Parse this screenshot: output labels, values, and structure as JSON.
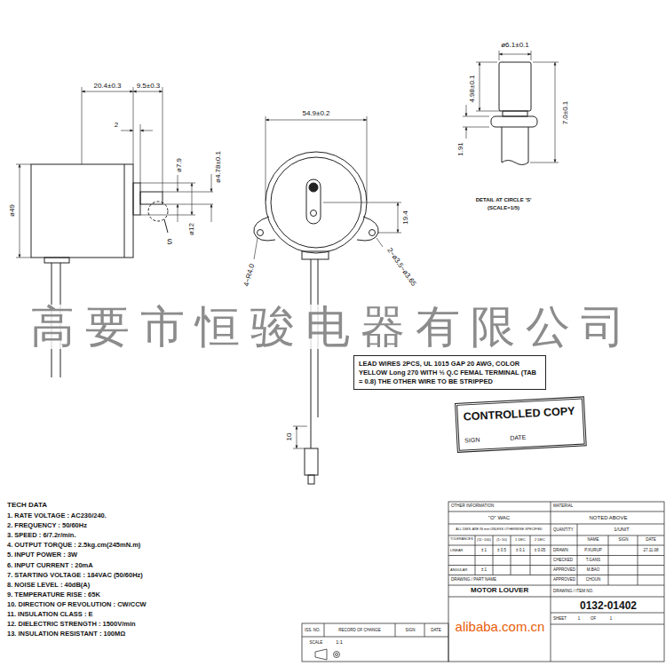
{
  "diagram": {
    "nodes": [
      {
        "text": [
          "LEAD WIRES 2PCS, UL 1015 GAP 20 AWG, COLOR YELLOW Long 270 WITH ½ Q.C FEMAL TERMINAL (TAB = 0.8) THE OTHER WIRE TO BE STRIPPED"
        ]
      },
      {
        "text": [
          "CONTROLLED COPY",
          "SIGN",
          "DATE"
        ]
      }
    ],
    "labels": [
      "20.4±0.3",
      "9.5±0.3",
      "2",
      "ø7.9",
      "ø12",
      "ø4.78±0.1",
      "ø49",
      "S",
      "54.9±0.2",
      "19.4",
      "4−R4.0",
      "2−ø3.5~ø3.65",
      "ø6.1±0.1",
      "4.98±0.1",
      "1.91",
      "7.0±0.1",
      "DETAIL AT CIRCLE 'S'",
      "(SCALE=1/5)",
      "10",
      "高要市恒骏电器有限公司",
      "alibaba.com.cn",
      "TECH DATA",
      "1. RATE VOLTAGE : AC230/240.",
      "2. FREQUENCY : 50/60Hz",
      "3. SPEED : 6/7.2r/min.",
      "4. OUTPUT TORQUE : 2.5kg.cm(245mN.m)",
      "5. INPUT POWER : 3W",
      "6. INPUT CURRENT : 20mA",
      "7. STARTING VOLTAGE : 184VAC (50/60Hz)",
      "8. NOISE LEVEL : 40dB(A)",
      "9. TEMPERATURE RISE : 65K",
      "10. DIRECTION OF REVOLUTION : CW/CCW",
      "11. INSULATION CLASS : E",
      "12. DIELECTRIC STRENGTH : 1500V/min",
      "13. INSULATION RESISTANT : 100MΩ",
      "OTHER INFORMATION",
      "\"O\" WAC",
      "ALL DIMS. ARE IN mm UNLESS OTHERWISE SPECIFIED",
      "TOLERANCES",
      "(11~100)",
      "(1~10)",
      "1 DEC",
      "2 DEC",
      "LINEAR",
      "± 1",
      "± 0.5",
      "± 0.1",
      "± 0.05",
      "ANGULAR",
      "± 1",
      "DRAWING / PART NAME",
      "MOTOR LOUVER",
      "MATERIAL",
      "NOTED ABOVE",
      "QUANTITY",
      "1/UNIT",
      "NAME",
      "SIGN",
      "DATE",
      "DRAWN",
      "P.XURUP",
      "27.11.08",
      "CHECKED",
      "T.GANS",
      "APPROVED",
      "M.BAO",
      "APPROVED",
      "CHOUN",
      "DRAWING / ITEM NO.",
      "0132-01402",
      "SHEET",
      "1",
      "OF",
      "1",
      "ISS. NO.",
      "RECORD OF CHANGE",
      "SIGN",
      "DATE",
      "SCALE",
      "1:1"
    ]
  }
}
